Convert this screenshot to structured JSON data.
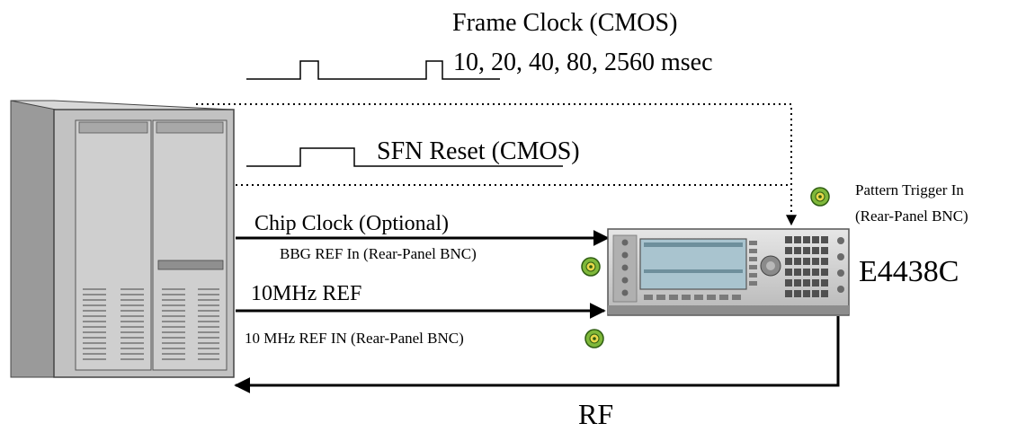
{
  "labels": {
    "frame_clock_title": "Frame Clock (CMOS)",
    "frame_clock_periods": "10, 20, 40, 80, 2560 msec",
    "sfn_reset": "SFN Reset (CMOS)",
    "pattern_trigger_line1": "Pattern Trigger In",
    "pattern_trigger_line2": "(Rear-Panel BNC)",
    "chip_clock": "Chip Clock (Optional)",
    "bbg_ref_in": "BBG REF In (Rear-Panel BNC)",
    "ref_10mhz": "10MHz REF",
    "ref_10mhz_in": "10 MHz REF IN (Rear-Panel BNC)",
    "instrument_model": "E4438C",
    "rf": "RF"
  },
  "icons": [
    "server-cabinet-icon",
    "signal-generator-icon",
    "bnc-connector-icon"
  ],
  "colors": {
    "line": "#000000",
    "bnc_green": "#7fb83a",
    "bnc_yellow": "#e8d84a",
    "cabinet": "#c4c4c4",
    "lcd": "#a9c4cf"
  }
}
